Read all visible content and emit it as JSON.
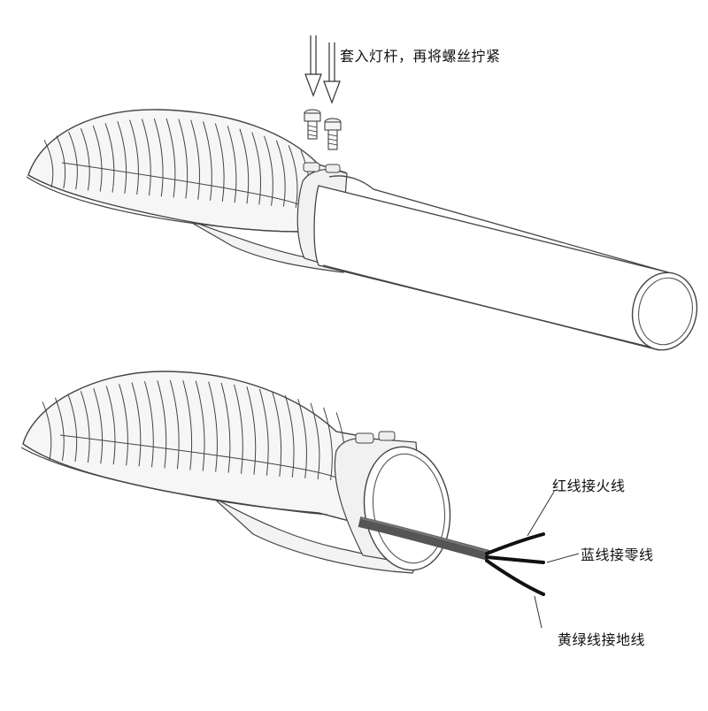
{
  "labels": {
    "insert_instruction": "套入灯杆，再将螺丝拧紧",
    "red_wire": "红线接火线",
    "blue_wire": "蓝线接零线",
    "yellow_green_wire": "黄绿线接地线"
  },
  "colors": {
    "line": "#444444",
    "fin_fill": "#f4f4f4",
    "cable": "#555555",
    "wire": "#111111",
    "arrow_fill": "#ffffff"
  },
  "icons": {
    "arrow": "down-arrow-icon",
    "screw": "screw-icon"
  }
}
